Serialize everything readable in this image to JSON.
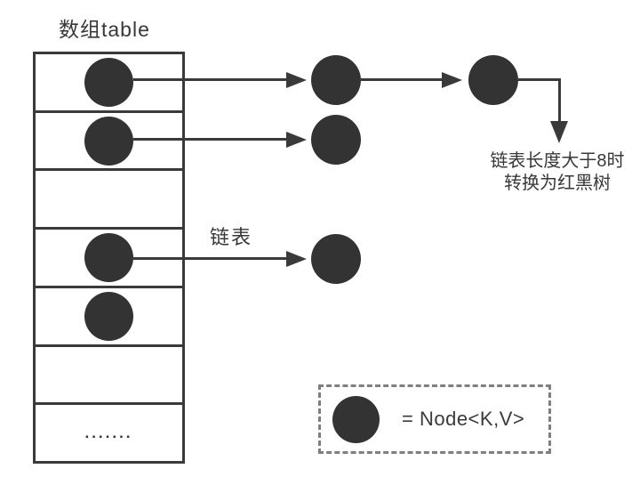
{
  "title": "数组table",
  "array": {
    "rows": [
      {
        "index": 0,
        "has_node": true,
        "external_chain_nodes": 2
      },
      {
        "index": 1,
        "has_node": true,
        "external_chain_nodes": 1
      },
      {
        "index": 2,
        "has_node": false,
        "external_chain_nodes": 0
      },
      {
        "index": 3,
        "has_node": true,
        "external_chain_nodes": 1
      },
      {
        "index": 4,
        "has_node": true,
        "external_chain_nodes": 0
      },
      {
        "index": 5,
        "has_node": false,
        "external_chain_nodes": 0
      },
      {
        "index": 6,
        "has_node": false,
        "external_chain_nodes": 0,
        "label": "......."
      }
    ]
  },
  "labels": {
    "linked_list": "链表",
    "tree_note_line1": "链表长度大于8时",
    "tree_note_line2": "转换为红黑树",
    "ellipsis": "......."
  },
  "legend": {
    "equals_text": "= Node<K,V>"
  },
  "colors": {
    "node": "#333333",
    "line": "#3a3a3a",
    "text": "#383838",
    "legend_border": "#7f7f7f",
    "background": "#ffffff"
  }
}
